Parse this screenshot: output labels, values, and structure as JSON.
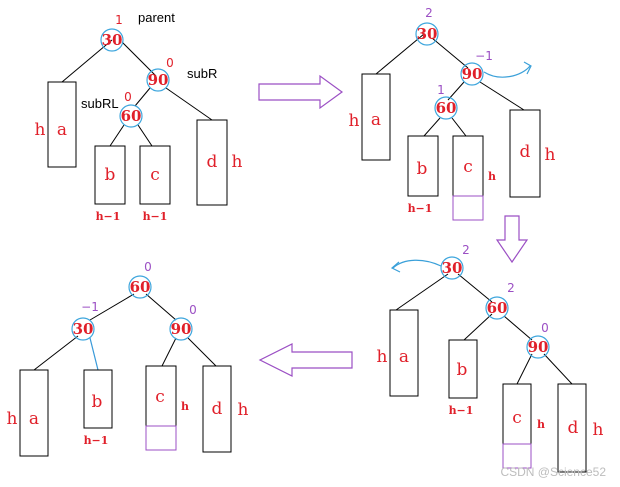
{
  "labels": {
    "parent": "parent",
    "subR": "subR",
    "subRL": "subRL",
    "h": "h",
    "h_minus_1": "h−1"
  },
  "nodes": {
    "n30": "30",
    "n60": "60",
    "n90": "90"
  },
  "subtrees": {
    "a": "a",
    "b": "b",
    "c": "c",
    "d": "d"
  },
  "balance_factors": {
    "d1_30": "1",
    "d1_90": "0",
    "d1_60": "0",
    "d2_30": "2",
    "d2_90": "−1",
    "d2_60": "1",
    "d3_30": "2",
    "d3_60": "2",
    "d3_90": "0",
    "d4_60": "0",
    "d4_30": "−1",
    "d4_90": "0"
  },
  "watermark": "CSDN @Science52",
  "colors": {
    "node_text": "#e0202a",
    "node_circle": "#3ea6dd",
    "balance_purple": "#9b4fc4",
    "arrow": "#9b4fc4"
  }
}
